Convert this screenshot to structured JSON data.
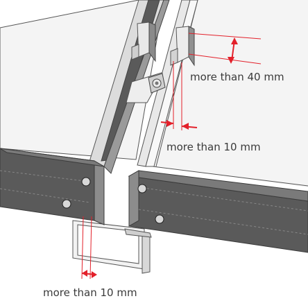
{
  "annotations": {
    "clearance_top": "more than 40 mm",
    "clearance_middle": "more than 10 mm",
    "clearance_bottom": "more than 10 mm"
  },
  "colors": {
    "beam_dark": "#575757",
    "beam_mid": "#8a8a8a",
    "panel_light": "#f4f4f4",
    "outline": "#555555",
    "dimension_red": "#e3202a"
  }
}
